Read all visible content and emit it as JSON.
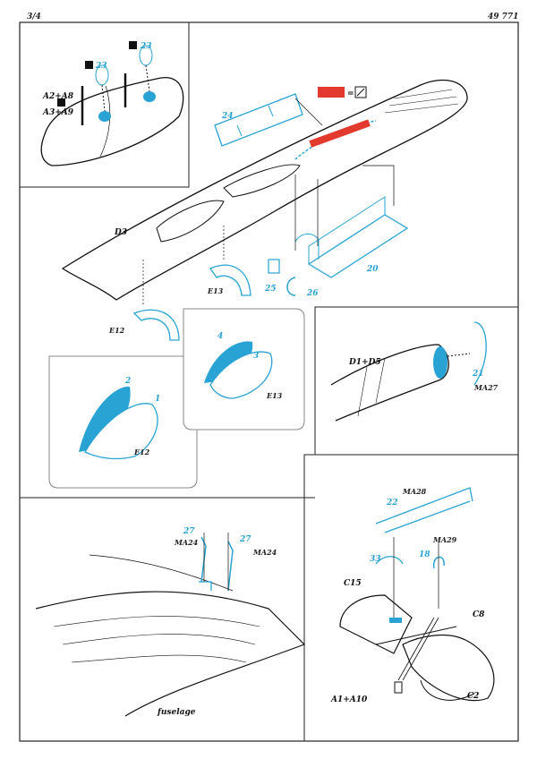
{
  "header": {
    "page": "3/4",
    "code": "49 771"
  },
  "labels": {
    "a2a8": "A2+A8",
    "a3a9": "A3+A9",
    "d3": "D3",
    "d1d5": "D1+D5",
    "c15": "C15",
    "c8": "C8",
    "c2": "C2",
    "a1a10": "A1+A10",
    "fuselage": "fuselage",
    "equals": "="
  },
  "parts": {
    "p23a": "23",
    "p23b": "23",
    "p24": "24",
    "p20": "20",
    "p25": "25",
    "p26": "26",
    "p2": "2",
    "p1": "1",
    "p4": "4",
    "p3": "3",
    "p21": "21",
    "p27a": "27",
    "p27b": "27",
    "p22": "22",
    "p18": "18",
    "p33": "33"
  },
  "refs": {
    "e12a": "E12",
    "e13a": "E13",
    "e13b": "E13",
    "e12b": "E12",
    "ma27": "MA27",
    "ma24a": "MA24",
    "ma24b": "MA24",
    "ma28": "MA28",
    "ma29": "MA29"
  },
  "colors": {
    "photoetch": "#29a3d4",
    "paint_red": "#e23a2f",
    "frame": "#222222"
  }
}
